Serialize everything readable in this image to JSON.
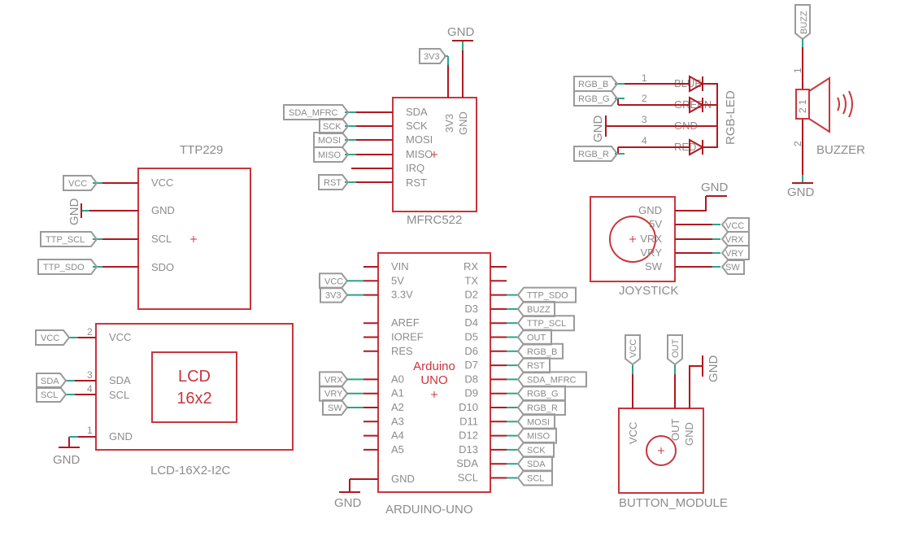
{
  "ttp229": {
    "name": "TTP229",
    "pins": [
      "VCC",
      "GND",
      "SCL",
      "SDO"
    ],
    "gnd": "GND",
    "nets": [
      "VCC",
      "TTP_SCL",
      "TTP_SDO"
    ]
  },
  "lcd": {
    "name": "LCD-16X2-I2C",
    "title_line1": "LCD",
    "title_line2": "16x2",
    "pins": [
      "VCC",
      "SDA",
      "SCL",
      "GND"
    ],
    "pin_numbers": [
      "2",
      "3",
      "4",
      "1"
    ],
    "nets": [
      "VCC",
      "SDA",
      "SCL"
    ],
    "gnd": "GND"
  },
  "mfrc": {
    "name": "MFRC522",
    "pins": [
      "SDA",
      "SCK",
      "MOSI",
      "MISO",
      "IRQ",
      "RST"
    ],
    "top_pins": [
      "3V3",
      "GND"
    ],
    "nets": [
      "SDA_MFRC",
      "SCK",
      "MOSI",
      "MISO",
      "RST"
    ],
    "flag_3v3": "3V3",
    "gnd": "GND"
  },
  "arduino": {
    "name": "ARDUINO-UNO",
    "title_line1": "Arduino",
    "title_line2": "UNO",
    "left_pins": [
      "VIN",
      "5V",
      "3.3V",
      "AREF",
      "IOREF",
      "RES",
      "A0",
      "A1",
      "A2",
      "A3",
      "A4",
      "A5",
      "GND"
    ],
    "right_pins": [
      "RX",
      "TX",
      "D2",
      "D3",
      "D4",
      "D5",
      "D6",
      "D7",
      "D8",
      "D9",
      "D10",
      "D11",
      "D12",
      "D13",
      "SDA",
      "SCL"
    ],
    "left_nets": [
      "VCC",
      "3V3",
      "VRX",
      "VRY",
      "SW"
    ],
    "right_nets": [
      "TTP_SDO",
      "BUZZ",
      "TTP_SCL",
      "OUT",
      "RGB_B",
      "RST",
      "SDA_MFRC",
      "RGB_G",
      "RGB_R",
      "MOSI",
      "MISO",
      "SCK",
      "SDA",
      "SCL"
    ],
    "gnd": "GND"
  },
  "rgb": {
    "name": "RGB-LED",
    "pins": [
      "BLUE",
      "GREEN",
      "GND",
      "RED"
    ],
    "pin_numbers": [
      "1",
      "2",
      "3",
      "4"
    ],
    "nets": [
      "RGB_B",
      "RGB_G",
      "RGB_R"
    ],
    "gnd": "GND"
  },
  "buzzer": {
    "name": "BUZZER",
    "net": "BUZZ",
    "pin_numbers": [
      "1",
      "2"
    ],
    "body_label": "2 1",
    "gnd": "GND"
  },
  "joystick": {
    "name": "JOYSTICK",
    "pins": [
      "GND",
      "5V",
      "VRX",
      "VRY",
      "SW"
    ],
    "nets": [
      "VCC",
      "VRX",
      "VRY",
      "SW"
    ],
    "gnd": "GND"
  },
  "button": {
    "name": "BUTTON_MODULE",
    "pins": [
      "VCC",
      "OUT",
      "GND"
    ],
    "nets": [
      "VCC",
      "OUT"
    ],
    "gnd": "GND"
  }
}
